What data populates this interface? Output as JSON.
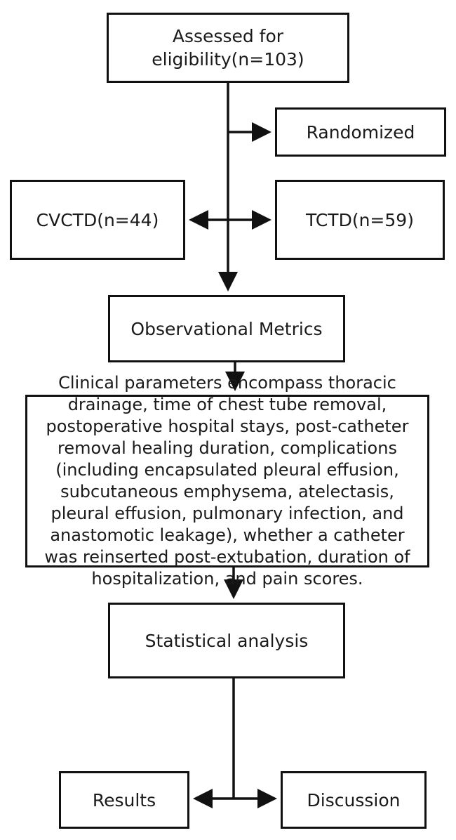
{
  "nodes": {
    "assessed": {
      "line1": "Assessed for",
      "line2": "eligibility(n=103)"
    },
    "randomized": {
      "label": "Randomized"
    },
    "cvctd": {
      "label": "CVCTD(n=44)"
    },
    "tctd": {
      "label": "TCTD(n=59)"
    },
    "observational": {
      "label": "Observational Metrics"
    },
    "clinical": {
      "lines": [
        "Clinical parameters encompass thoracic",
        "drainage, time of chest tube removal,",
        "postoperative hospital stays, post-catheter",
        "removal healing duration, complications",
        "(including encapsulated pleural effusion,",
        "subcutaneous emphysema, atelectasis,",
        "pleural effusion, pulmonary infection, and",
        "anastomotic leakage), whether a catheter",
        "was reinserted post-extubation, duration of",
        "hospitalization, and pain scores."
      ]
    },
    "statistical": {
      "label": "Statistical analysis"
    },
    "results": {
      "label": "Results"
    },
    "discussion": {
      "label": "Discussion"
    }
  }
}
